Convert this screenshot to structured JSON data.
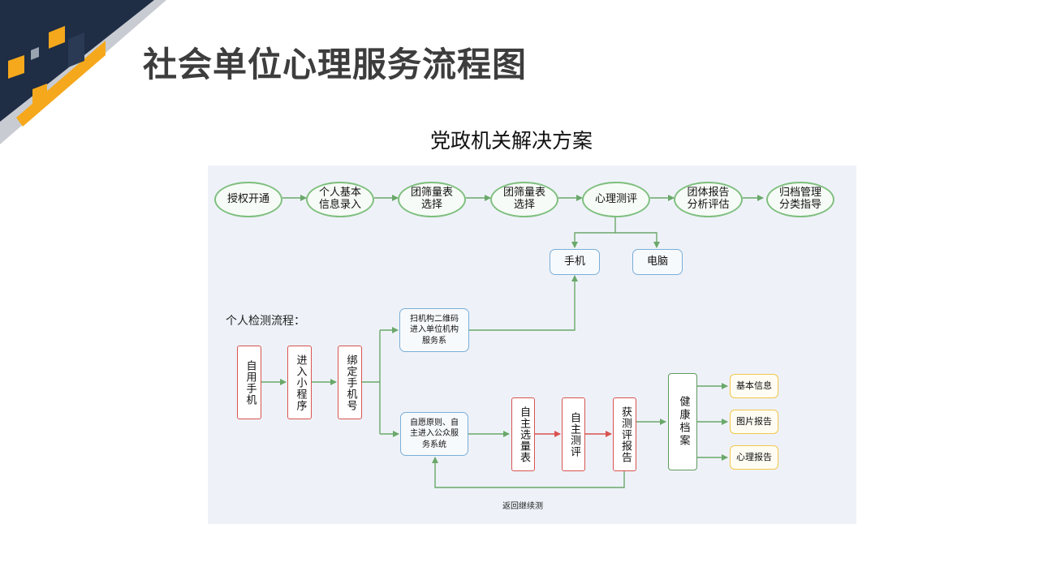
{
  "page": {
    "title": "社会单位心理服务流程图",
    "subtitle": "党政机关解决方案"
  },
  "diagram": {
    "top_flow": [
      "授权开通",
      "个人基本\n信息录入",
      "团筛量表\n选择",
      "团筛量表\n选择",
      "心理测评",
      "团体报告\n分析评估",
      "归档管理\n分类指导"
    ],
    "devices": [
      "手机",
      "电脑"
    ],
    "personal_label": "个人检测流程：",
    "steps": [
      "自用手机",
      "进入小程序",
      "绑定手机号"
    ],
    "entry_qr": "扫机构二维码\n进入单位机构\n服务系",
    "entry_voluntary": "自愿原则、自\n主进入公众服\n务系统",
    "process": [
      "自主选量表",
      "自主测评",
      "获测评报告"
    ],
    "archive": "健康档案",
    "outputs": [
      "基本信息",
      "图片报告",
      "心理报告"
    ],
    "return_label": "返回继续测"
  },
  "colors": {
    "flow_green": "#6aa86a",
    "red": "#d9534f",
    "blue": "#7aaed6",
    "yellow": "#f3c64b",
    "corner_navy": "#1f2d45",
    "corner_orange": "#f5a81c"
  }
}
